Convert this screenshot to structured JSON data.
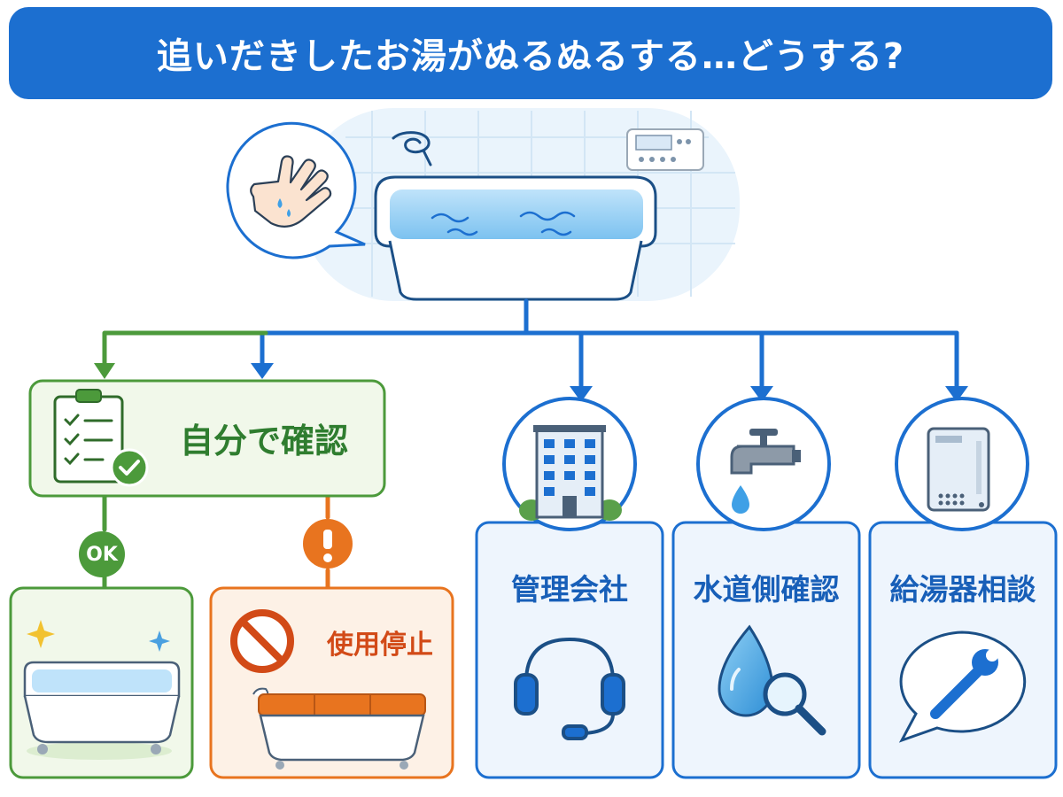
{
  "title": "追いだきしたお湯がぬるぬるする…どうする?",
  "branches": {
    "self_check": {
      "label": "自分で確認",
      "icon": "checklist-icon"
    },
    "ok_badge": "OK",
    "warning_badge": "!",
    "stop_use": {
      "label": "使用停止",
      "icon": "prohibited-icon"
    },
    "management": {
      "label": "管理会社",
      "icon": "building-icon",
      "sub_icon": "headset-icon"
    },
    "water_check": {
      "label": "水道側確認",
      "icon": "faucet-icon",
      "sub_icon": "water-drop-magnifier-icon"
    },
    "heater_consult": {
      "label": "給湯器相談",
      "icon": "water-heater-icon",
      "sub_icon": "wrench-icon"
    }
  },
  "colors": {
    "primary_blue": "#1c6fd0",
    "green": "#4c9a3b",
    "orange": "#e8741f",
    "light_blue_fill": "#eef5fd",
    "light_green_fill": "#f1f8ea",
    "light_orange_fill": "#fdf1e6"
  }
}
